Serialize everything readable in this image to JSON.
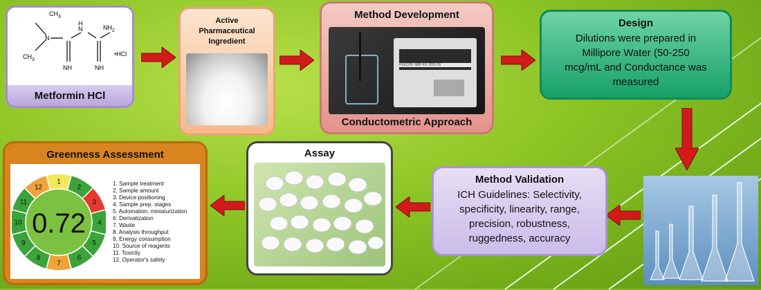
{
  "metformin": {
    "title": "Metformin HCl",
    "atoms": {
      "methyl": "CH",
      "methyl_sub": "3",
      "ring_n1": "N",
      "nh_bridge": "N",
      "nh_h": "H",
      "nh2": "NH",
      "nh2_sub": "2",
      "imine1": "NH",
      "imine2": "NH",
      "salt": "•HCl"
    }
  },
  "api": {
    "title_lines": [
      "Active",
      "Pharmaceutical",
      "Ingredient"
    ]
  },
  "method_dev": {
    "title": "Method Development",
    "footer": "Conductometric Approach",
    "instrument_label": "HLECOF·SBP·FU·2015·55",
    "instrument_brand": "HLECO"
  },
  "design": {
    "title": "Design",
    "lines": [
      "Dilutions were prepared in",
      "Millipore Water (50-250",
      "mcg/mL and Conductance was",
      "measured"
    ]
  },
  "validation": {
    "title": "Method Validation",
    "lines": [
      "ICH Guidelines: Selectivity,",
      "specificity, linearity, range,",
      "precision, robustness,",
      "ruggedness, accuracy"
    ]
  },
  "assay": {
    "title": "Assay"
  },
  "greenness": {
    "title": "Greenness Assessment",
    "score": "0.72",
    "segments": [
      {
        "n": "1",
        "color": "#f2e85a"
      },
      {
        "n": "2",
        "color": "#3aa33a"
      },
      {
        "n": "3",
        "color": "#e53a2e"
      },
      {
        "n": "4",
        "color": "#3aa33a"
      },
      {
        "n": "5",
        "color": "#3aa33a"
      },
      {
        "n": "6",
        "color": "#3aa33a"
      },
      {
        "n": "7",
        "color": "#f0a33a"
      },
      {
        "n": "8",
        "color": "#3aa33a"
      },
      {
        "n": "9",
        "color": "#3aa33a"
      },
      {
        "n": "10",
        "color": "#3aa33a"
      },
      {
        "n": "11",
        "color": "#3aa33a"
      },
      {
        "n": "12",
        "color": "#f0a33a"
      }
    ],
    "criteria": [
      "1. Sample treatment",
      "2. Sample amount",
      "3. Device positioning",
      "4. Sample prep. stages",
      "5. Automation, miniaturization",
      "6. Derivatization",
      "7. Waste",
      "8. Analysis throughput",
      "9. Energy consumption",
      "10. Source of reagents",
      "11. Toxicity",
      "12. Operator's safety"
    ]
  },
  "colors": {
    "arrow": "#d21a1a",
    "score_center": "#7cc142"
  }
}
